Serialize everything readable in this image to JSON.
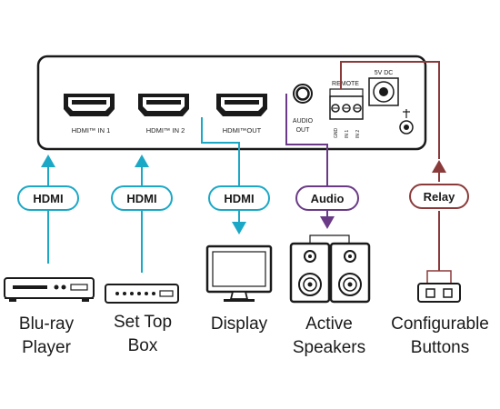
{
  "device": {
    "ports": {
      "hdmi_in_1": "HDMI™ IN 1",
      "hdmi_in_2": "HDMI™ IN 2",
      "hdmi_out": "HDMI™OUT",
      "audio_out_line1": "AUDIO",
      "audio_out_line2": "OUT",
      "remote": "REMOTE",
      "power": "5V DC",
      "terminal_gnd": "GND",
      "terminal_in1": "IN 1",
      "terminal_in2": "IN 2"
    }
  },
  "connections": [
    {
      "label": "HDMI",
      "color": "#1ba8c6"
    },
    {
      "label": "HDMI",
      "color": "#1ba8c6"
    },
    {
      "label": "HDMI",
      "color": "#1ba8c6"
    },
    {
      "label": "Audio",
      "color": "#6a3a86"
    },
    {
      "label": "Relay",
      "color": "#8b3a3a"
    }
  ],
  "devices": [
    {
      "line1": "Blu-ray",
      "line2": "Player"
    },
    {
      "line1": "Set Top",
      "line2": "Box"
    },
    {
      "line1": "Display",
      "line2": ""
    },
    {
      "line1": "Active",
      "line2": "Speakers"
    },
    {
      "line1": "Configurable",
      "line2": "Buttons"
    }
  ]
}
